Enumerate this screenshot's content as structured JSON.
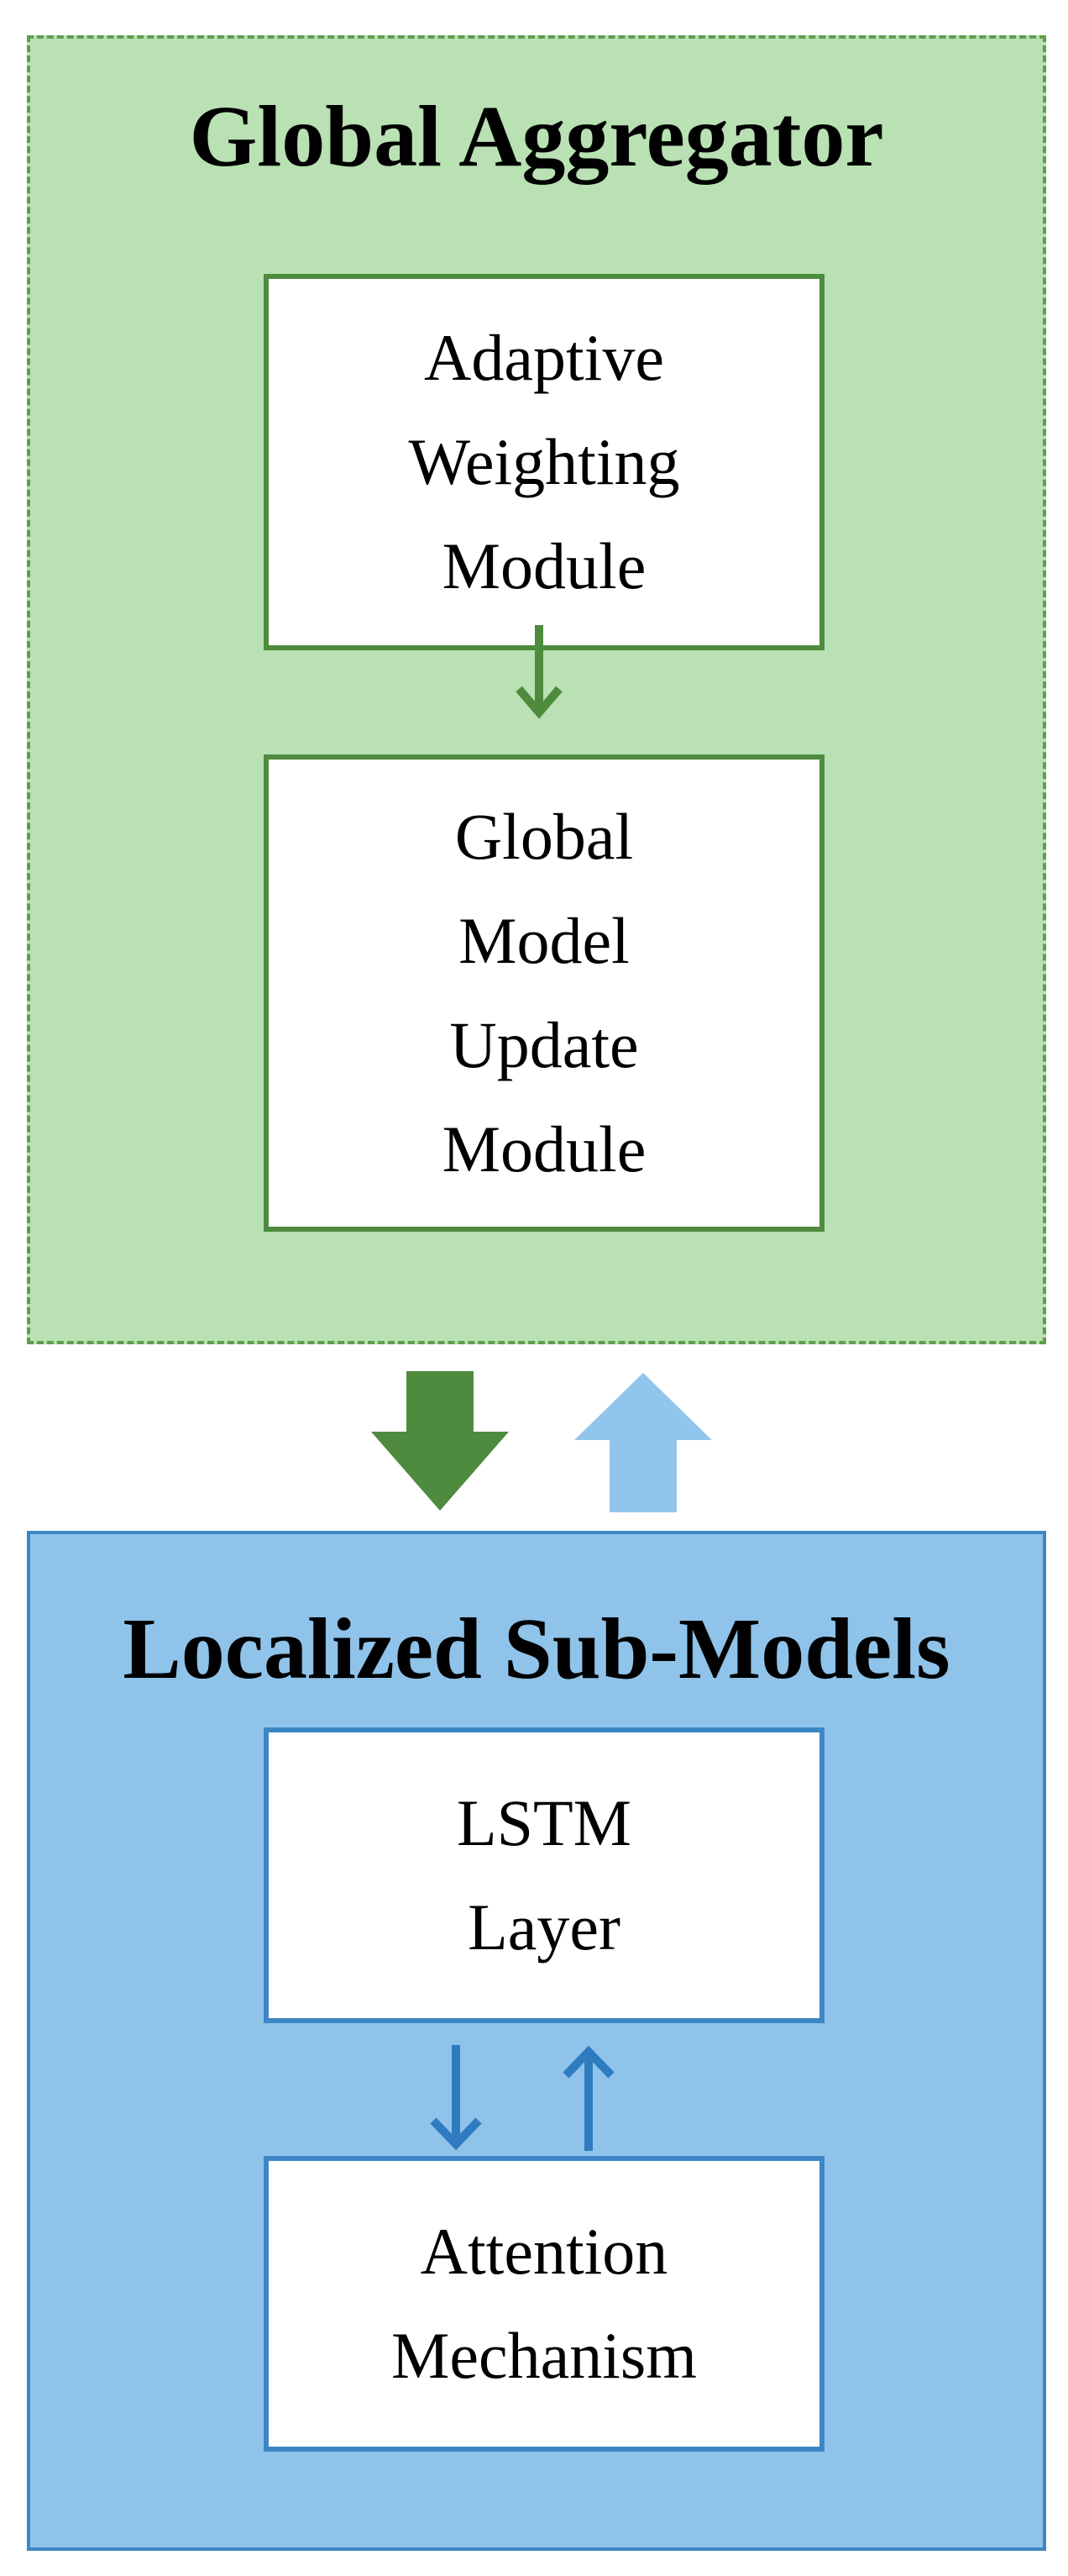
{
  "global_aggregator": {
    "title": "Global Aggregator",
    "modules": [
      {
        "lines": [
          "Adaptive",
          "Weighting",
          "Module"
        ]
      },
      {
        "lines": [
          "Global",
          "Model",
          "Update",
          "Module"
        ]
      }
    ]
  },
  "localized_sub_models": {
    "title": "Localized Sub-Models",
    "modules": [
      {
        "lines": [
          "LSTM",
          "Layer"
        ]
      },
      {
        "lines": [
          "Attention",
          "Mechanism"
        ]
      }
    ]
  },
  "colors": {
    "global_fill": "#b9e1b3",
    "global_border": "#5e9e4f",
    "global_arrow": "#4e8b3e",
    "local_fill": "#8fc3ea",
    "local_border": "#3d86c6",
    "local_up_arrow": "#92c5ec",
    "local_inner_arrow": "#2f7bc0"
  },
  "icons": {
    "adaptive_to_update": "arrow-down-icon",
    "global_to_local": "block-arrow-down-icon",
    "local_to_global": "block-arrow-up-icon",
    "lstm_to_attention": "arrow-down-icon",
    "attention_to_lstm": "arrow-up-icon"
  }
}
